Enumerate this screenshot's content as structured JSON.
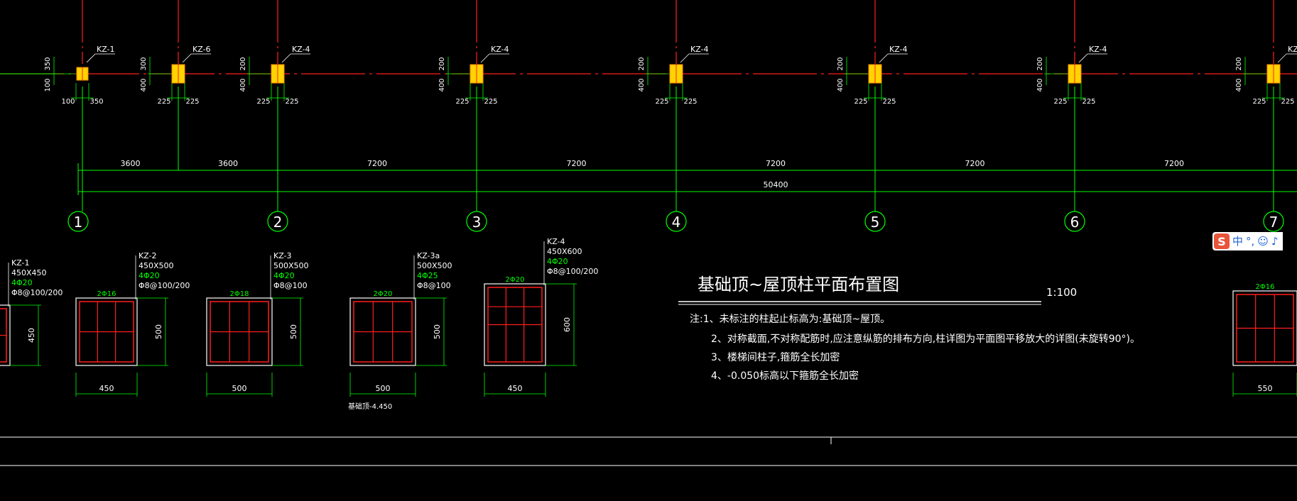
{
  "colors": {
    "background": "#000000",
    "axis_red": "#ff1e1e",
    "dim_green": "#00ff00",
    "text_white": "#ffffff",
    "column_yellow": "#ffd400",
    "rebar_red": "#ff1e1e"
  },
  "title": "基础顶~屋顶柱平面布置图",
  "scale": "1:100",
  "notes": [
    "注:1、未标注的柱起止标高为:基础顶~屋顶。",
    "2、对称截面,不对称配筋时,应注意纵筋的排布方向,柱详图为平面图平移放大的详图(未旋转90°)。",
    "3、楼梯间柱子,箍筋全长加密",
    "4、-0.050标高以下箍筋全长加密"
  ],
  "axes": [
    "1",
    "2",
    "3",
    "4",
    "5",
    "6",
    "7"
  ],
  "spans": [
    "3600",
    "3600",
    "7200",
    "7200",
    "7200",
    "7200",
    "7200"
  ],
  "total_span": "50400",
  "plan_columns": [
    {
      "tag": "KZ-1",
      "d_top": "350",
      "d_bot": "100",
      "d_left": "100",
      "d_right": "350"
    },
    {
      "tag": "KZ-6",
      "d_top": "300",
      "d_bot": "400",
      "d_left": "225",
      "d_right": "225"
    },
    {
      "tag": "KZ-4",
      "d_top": "200",
      "d_bot": "400",
      "d_left": "225",
      "d_right": "225"
    },
    {
      "tag": "KZ-4",
      "d_top": "200",
      "d_bot": "400",
      "d_left": "225",
      "d_right": "225"
    },
    {
      "tag": "KZ-4",
      "d_top": "200",
      "d_bot": "400",
      "d_left": "225",
      "d_right": "225"
    },
    {
      "tag": "KZ-4",
      "d_top": "200",
      "d_bot": "400",
      "d_left": "225",
      "d_right": "225"
    },
    {
      "tag": "KZ-4",
      "d_top": "200",
      "d_bot": "400",
      "d_left": "225",
      "d_right": "225"
    },
    {
      "tag": "KZ",
      "d_top": "200",
      "d_bot": "400",
      "d_left": "225",
      "d_right": "225"
    }
  ],
  "sections": [
    {
      "name": "KZ-1",
      "size": "450X450",
      "main": "4Φ20",
      "stirrup": "Φ8@100/200",
      "side": "",
      "width": "",
      "height": "450"
    },
    {
      "name": "KZ-2",
      "size": "450X500",
      "main": "4Φ20",
      "stirrup": "Φ8@100/200",
      "side": "2Φ16",
      "width": "450",
      "height": "500"
    },
    {
      "name": "KZ-3",
      "size": "500X500",
      "main": "4Φ20",
      "stirrup": "Φ8@100",
      "side": "2Φ18",
      "width": "500",
      "height": "500"
    },
    {
      "name": "KZ-3a",
      "size": "500X500",
      "main": "4Φ25",
      "stirrup": "Φ8@100",
      "side": "2Φ20",
      "width": "500",
      "height": "500"
    },
    {
      "name": "KZ-4",
      "size": "450X600",
      "main": "4Φ20",
      "stirrup": "Φ8@100/200",
      "side": "2Φ20",
      "width": "450",
      "height": "600"
    },
    {
      "name": "",
      "size": "",
      "main": "",
      "stirrup": "",
      "side": "2Φ16",
      "width": "550",
      "height": ""
    }
  ],
  "elev_note": "基础顶-4.450",
  "ime": {
    "logo": "S",
    "lang": "中",
    "punct": "°,",
    "emoji": "☺",
    "mic": "♪"
  }
}
